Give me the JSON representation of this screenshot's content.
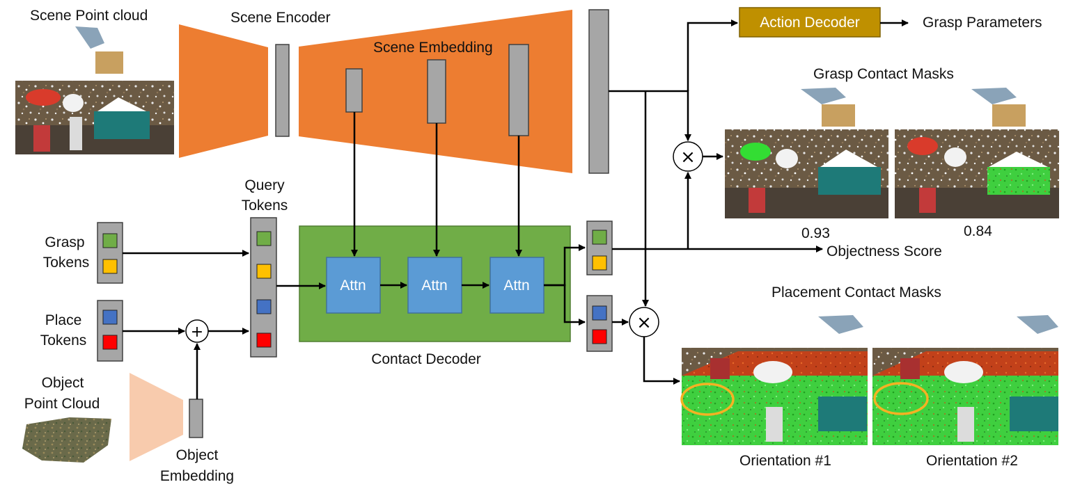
{
  "labels": {
    "scene_point_cloud": "Scene Point cloud",
    "scene_encoder": "Scene Encoder",
    "scene_embedding": "Scene Embedding",
    "action_decoder": "Action Decoder",
    "grasp_parameters": "Grasp Parameters",
    "grasp_contact_masks": "Grasp Contact Masks",
    "query_tokens_1": "Query",
    "query_tokens_2": "Tokens",
    "grasp_tokens_1": "Grasp",
    "grasp_tokens_2": "Tokens",
    "place_tokens_1": "Place",
    "place_tokens_2": "Tokens",
    "object_point_cloud_1": "Object",
    "object_point_cloud_2": "Point Cloud",
    "object_embedding_1": "Object",
    "object_embedding_2": "Embedding",
    "contact_decoder": "Contact Decoder",
    "attn_1": "Attn",
    "attn_2": "Attn",
    "attn_3": "Attn",
    "objectness_score": "Objectness Score",
    "score_1": "0.93",
    "score_2": "0.84",
    "placement_contact_masks": "Placement Contact Masks",
    "orientation_1": "Orientation #1",
    "orientation_2": "Orientation #2",
    "times_symbol": "×",
    "plus_symbol": "+"
  },
  "colors": {
    "encoder_orange": "#ed7d31",
    "object_encoder_peach": "#f8cbad",
    "decoder_green": "#70ad47",
    "attn_blue": "#5b9bd5",
    "action_decoder_gold": "#bf9000",
    "grasp_token_green": "#70ad47",
    "grasp_token_yellow": "#ffc000",
    "place_token_blue": "#4472c4",
    "place_token_red": "#ff0000",
    "embedding_gray": "#a6a6a6",
    "highlight_ellipse": "#f4b223",
    "mask_green": "#33dd33"
  }
}
